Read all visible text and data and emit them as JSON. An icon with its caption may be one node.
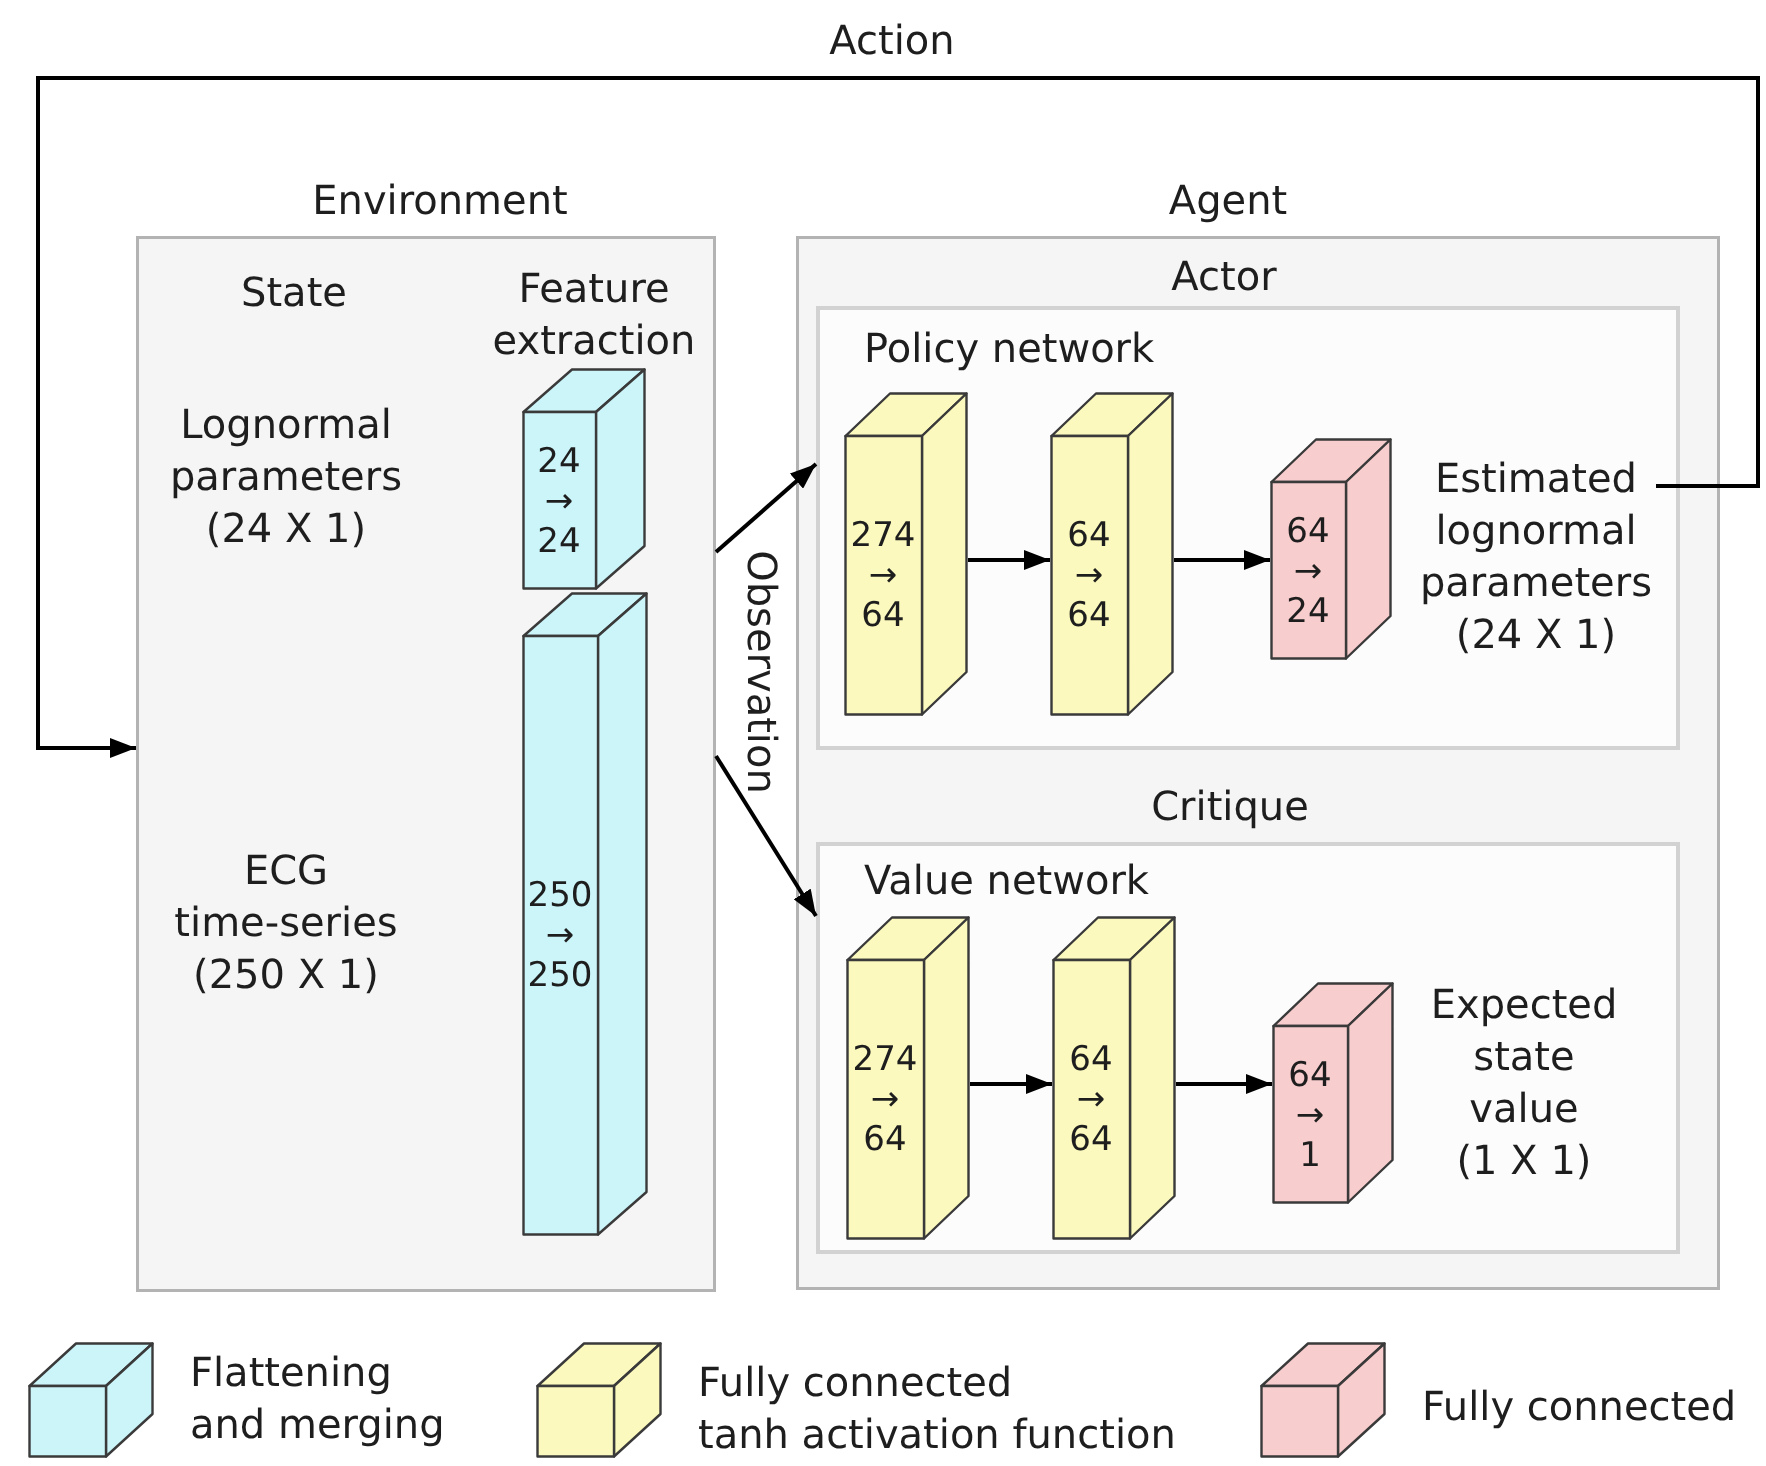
{
  "diagram": {
    "nodes": [
      {
        "text": [
          "Environment",
          "State",
          "Feature extraction",
          "Lognormal parameters (24 X 1)",
          "ECG time-series (250 X 1)"
        ]
      },
      {
        "text": [
          "24 → 24"
        ],
        "in": 0
      },
      {
        "text": [
          "250 → 250"
        ],
        "in": 0
      },
      {
        "text": [
          "Agent"
        ]
      },
      {
        "text": [
          "Actor",
          "Policy network"
        ],
        "in": 3
      },
      {
        "text": [
          "274 → 64"
        ],
        "in": 4
      },
      {
        "text": [
          "64 → 64"
        ],
        "in": 4
      },
      {
        "text": [
          "64 → 24"
        ],
        "in": 4
      },
      {
        "text": [
          "Estimated lognormal parameters (24 X 1)"
        ],
        "in": 4
      },
      {
        "text": [
          "Critique",
          "Value network"
        ],
        "in": 3
      },
      {
        "text": [
          "274 → 64"
        ],
        "in": 9
      },
      {
        "text": [
          "64 → 64"
        ],
        "in": 9
      },
      {
        "text": [
          "64 → 1"
        ],
        "in": 9,
        "beside": [
          "Expected state value (1 X 1)"
        ]
      }
    ],
    "edges": [
      {
        "from": 8,
        "to": 0,
        "arrow": "to",
        "label": "Action"
      },
      {
        "from": 0,
        "to": 4,
        "arrow": "to"
      },
      {
        "from": 0,
        "to": 9,
        "arrow": "to"
      },
      {
        "from": 5,
        "to": 6,
        "arrow": "to"
      },
      {
        "from": 6,
        "to": 7,
        "arrow": "to"
      },
      {
        "from": 10,
        "to": 11,
        "arrow": "to"
      },
      {
        "from": 11,
        "to": 12,
        "arrow": "to"
      }
    ],
    "labels": [
      "Observation"
    ],
    "legend": [
      {
        "text": "Flattening and merging",
        "color": "#ccf5fa"
      },
      {
        "text": "Fully connected tanh activation function",
        "color": "#fbf9bd"
      },
      {
        "text": "Fully connected",
        "color": "#f8cdce"
      }
    ]
  }
}
